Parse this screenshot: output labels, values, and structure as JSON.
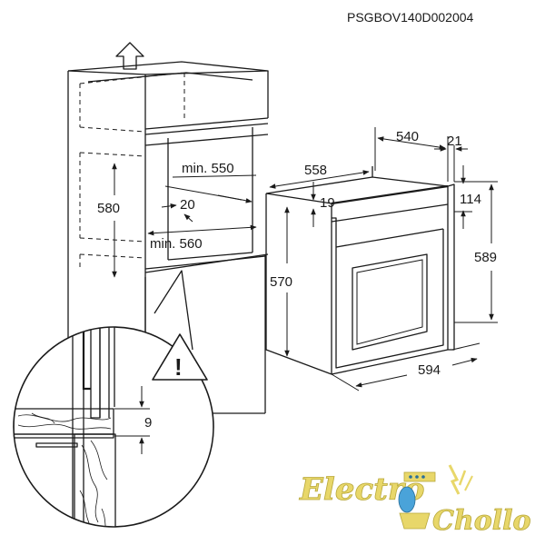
{
  "drawing": {
    "code": "PSGBOV140D002004",
    "dimensions": {
      "niche_depth": "min. 550",
      "niche_height": "580",
      "gap_20": "20",
      "niche_width": "min. 560",
      "oven_depth_540": "540",
      "front_21": "21",
      "oven_width_558": "558",
      "top_19": "19",
      "panel_114": "114",
      "oven_height_570": "570",
      "oven_height_589": "589",
      "oven_width_594": "594",
      "detail_gap_9": "9"
    },
    "warning_symbol": "!"
  },
  "logo": {
    "word1": "Electro",
    "word2": "Chollo"
  }
}
